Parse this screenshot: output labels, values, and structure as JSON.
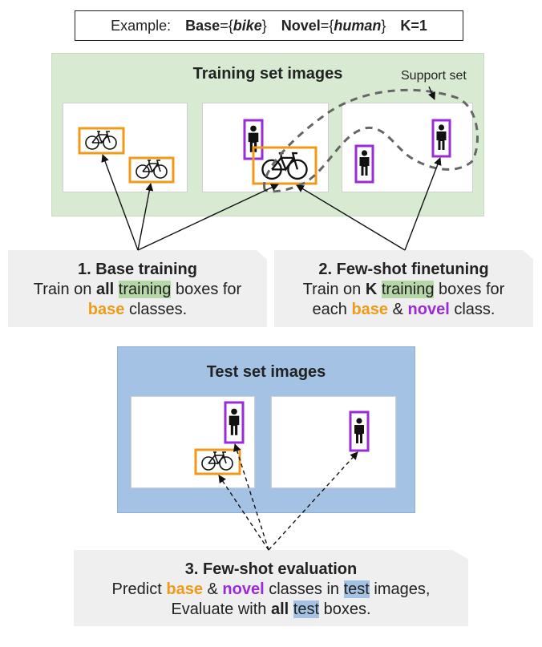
{
  "example": {
    "prefix": "Example:",
    "base_label": "Base",
    "base_eq": "={",
    "base_value": "bike",
    "close1": "}",
    "novel_label": "Novel",
    "novel_eq": "={",
    "novel_value": "human",
    "close2": "}",
    "k_label": "K=1"
  },
  "training": {
    "title": "Training set images",
    "support_label": "Support set"
  },
  "test": {
    "title": "Test set images"
  },
  "step1": {
    "head": "1. Base training",
    "l1_a": "Train on ",
    "l1_b": "all",
    "l1_c": " ",
    "l1_d": "training",
    "l1_e": " boxes for",
    "l2_a": "base",
    "l2_b": " classes."
  },
  "step2": {
    "head": "2. Few-shot finetuning",
    "l1_a": "Train on ",
    "l1_b": "K",
    "l1_c": " ",
    "l1_d": "training",
    "l1_e": " boxes for",
    "l2_a": "each ",
    "l2_b": "base",
    "l2_c": " & ",
    "l2_d": "novel",
    "l2_e": " class."
  },
  "step3": {
    "head": "3. Few-shot evaluation",
    "l1_a": "Predict ",
    "l1_b": "base",
    "l1_c": " & ",
    "l1_d": "novel",
    "l1_e": " classes in ",
    "l1_f": "test",
    "l1_g": " images,",
    "l2_a": "Evaluate with ",
    "l2_b": "all",
    "l2_c": " ",
    "l2_d": "test",
    "l2_e": " boxes."
  },
  "colors": {
    "base_orange": "#f09a1a",
    "novel_purple": "#9a2bd8",
    "train_green": "#d9ead3",
    "test_blue": "#a4c2e3"
  },
  "icons": [
    "bicycle-icon",
    "person-icon"
  ]
}
